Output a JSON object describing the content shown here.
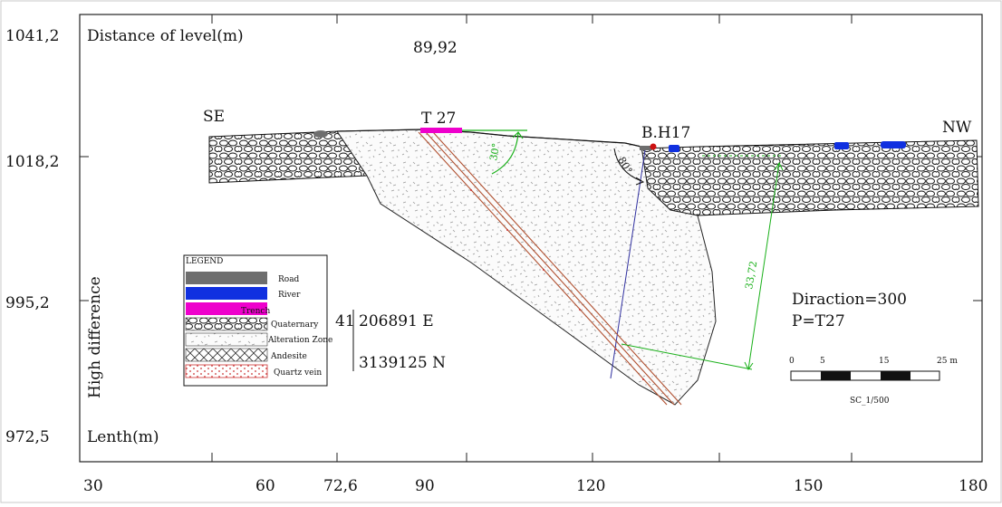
{
  "y_ticks": [
    "1041,2",
    "1018,2",
    "995,2",
    "972,5"
  ],
  "x_ticks": [
    "30",
    "60",
    "72,6",
    "90",
    "120",
    "150",
    "180"
  ],
  "top_value": "89,92",
  "axis_top_label": "Distance of level(m)",
  "axis_bottom_label": "Lenth(m)",
  "axis_side_label": "High difference",
  "direction_se": "SE",
  "direction_nw": "NW",
  "trench_label": "T 27",
  "borehole_label": "B.H17",
  "angle_30": "30°",
  "angle_80": "80°",
  "distance_label": "33,72",
  "coord_prefix": "41",
  "coord_e": "206891 E",
  "coord_n": "3139125 N",
  "direction_text": "Diraction=300",
  "profile_text": "P=T27",
  "scale": {
    "ticks": [
      "0",
      "5",
      "15",
      "25 m"
    ],
    "caption": "SC_1/500"
  },
  "legend": {
    "title": "LEGEND",
    "items": [
      {
        "label": "Road",
        "pattern": "road",
        "color": "#6e6e6e"
      },
      {
        "label": "River",
        "pattern": "river",
        "color": "#1030e0"
      },
      {
        "label": "Trench",
        "pattern": "trench",
        "color": "#ee00cc"
      },
      {
        "label": "Quaternary",
        "pattern": "quaternary",
        "color": "#ffffff"
      },
      {
        "label": "Alteration Zone",
        "pattern": "alteration",
        "color": "#ffffff"
      },
      {
        "label": "Andesite",
        "pattern": "andesite",
        "color": "#ffffff"
      },
      {
        "label": "Quartz vein",
        "pattern": "quartz",
        "color": "#ffffff"
      }
    ]
  },
  "colors": {
    "road": "#6e6e6e",
    "river": "#1030e0",
    "trench": "#ee00cc",
    "measure": "#19b019",
    "borehole": "#cc1111",
    "vein": "#b05030",
    "fault": "#3030a0"
  }
}
